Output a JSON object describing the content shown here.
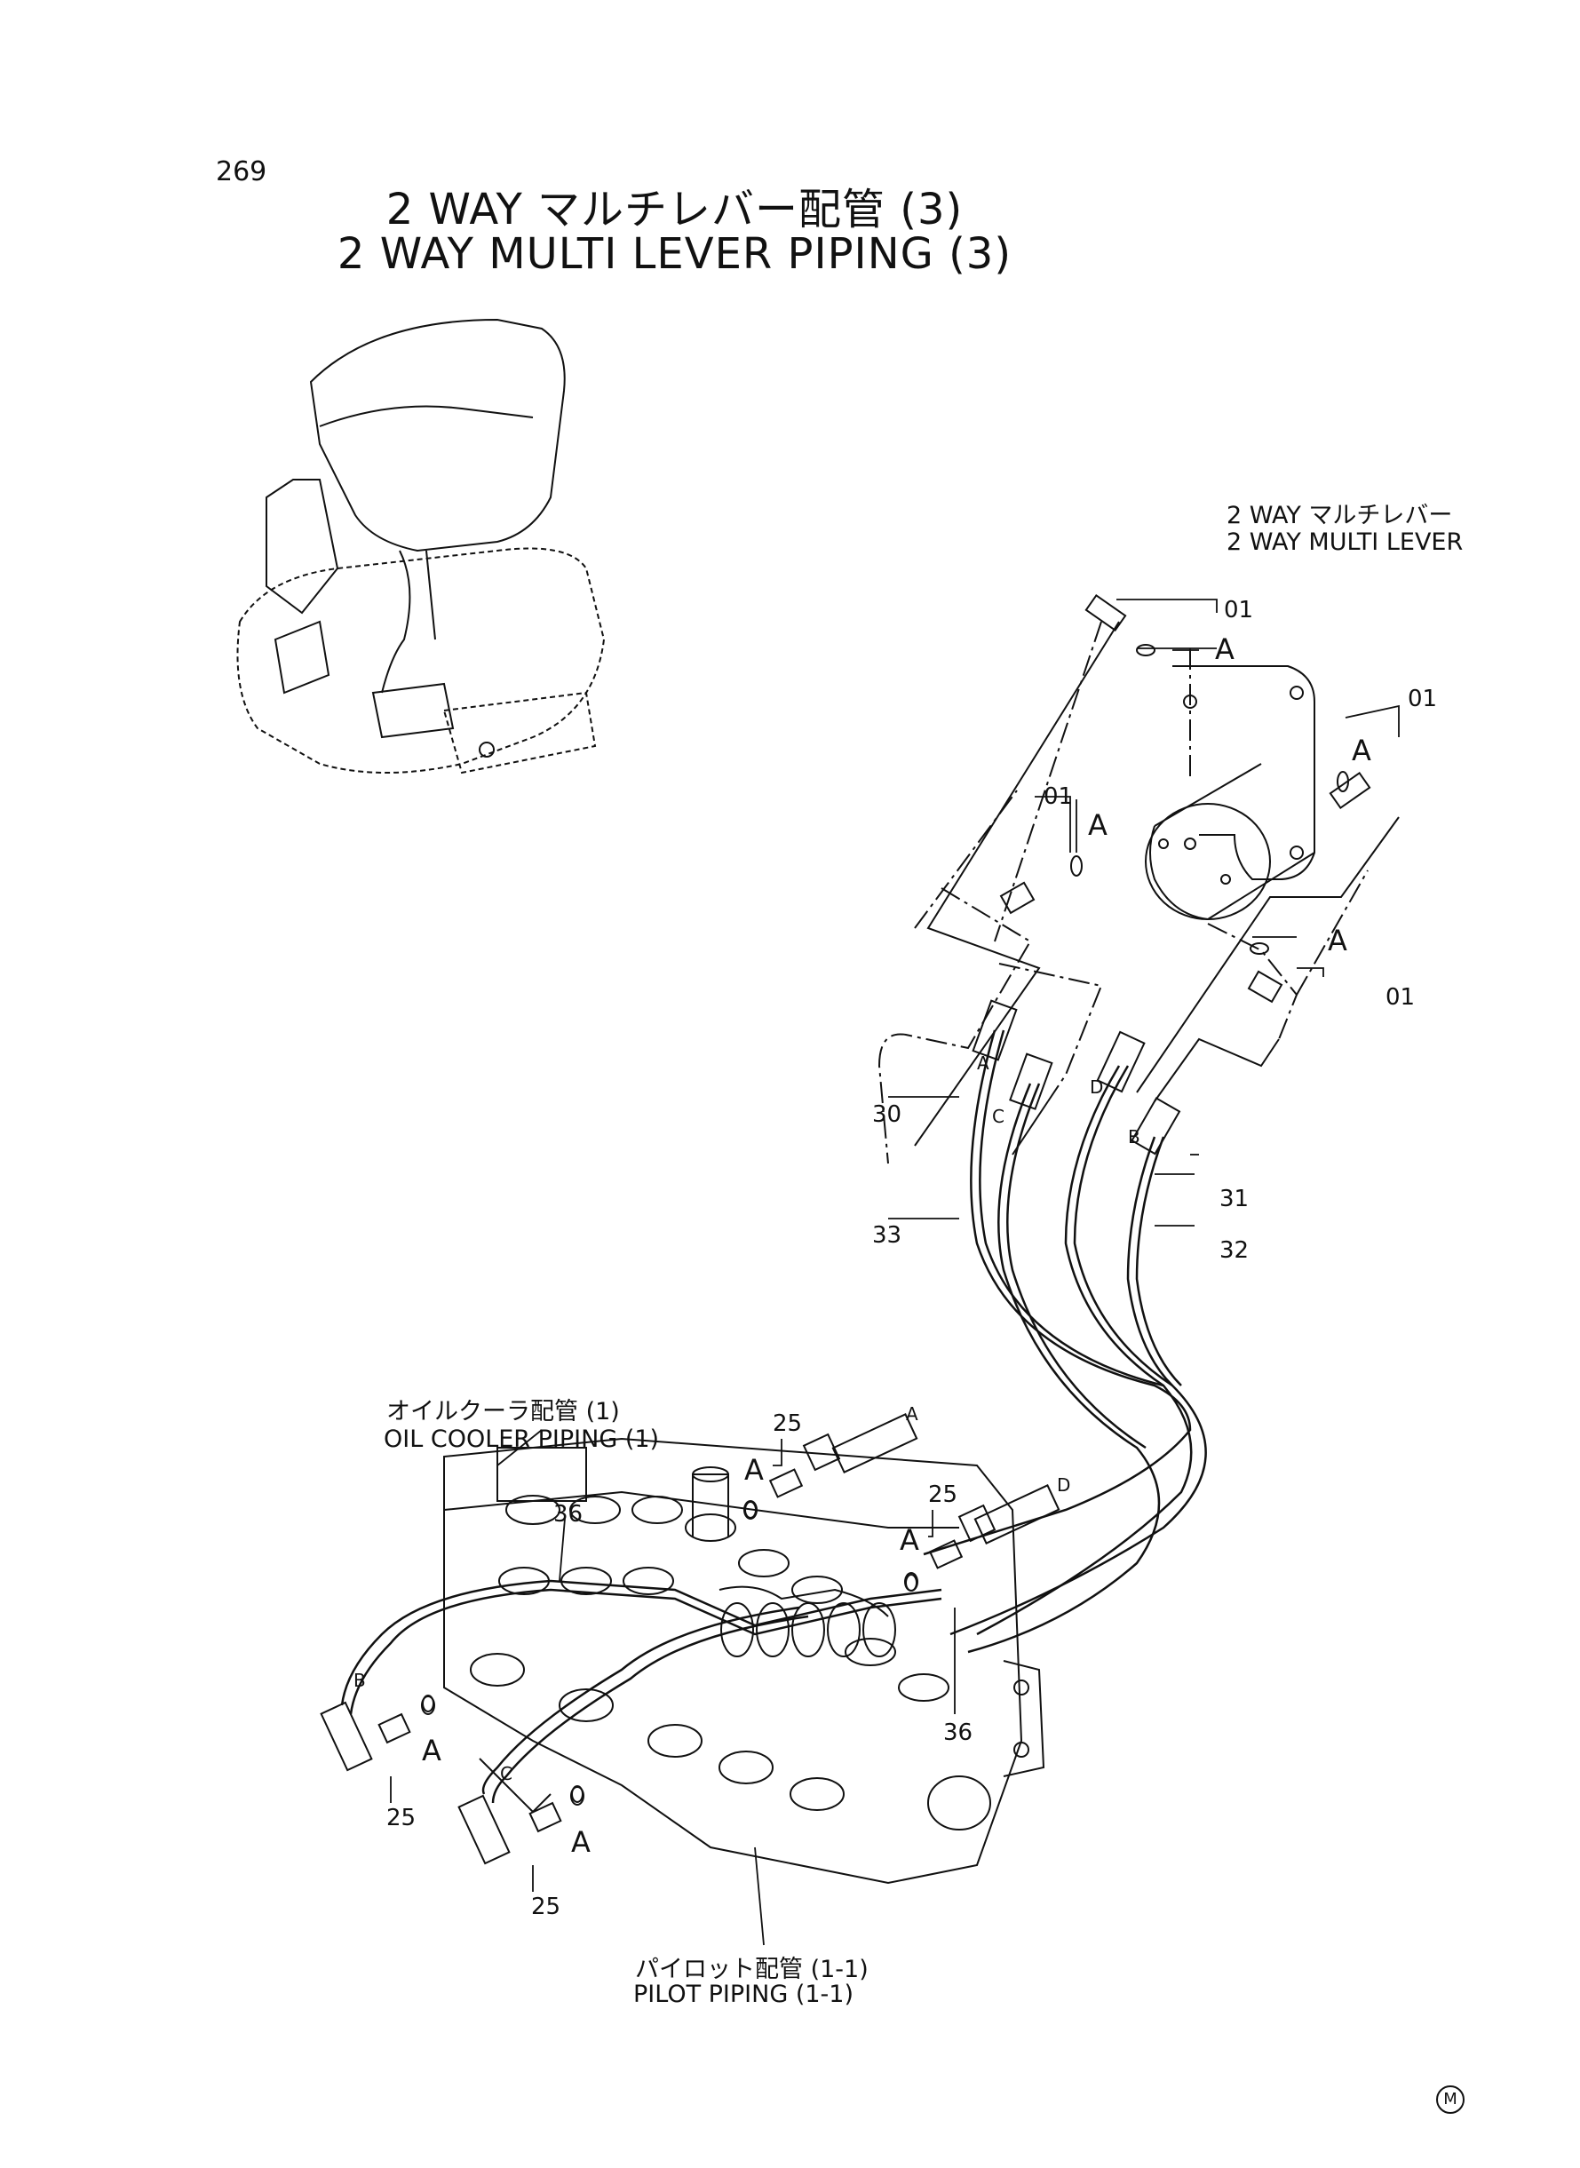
{
  "page_number": "269",
  "title": {
    "jp": "2 WAY マルチレバー配管 (3)",
    "en": "2 WAY MULTI LEVER PIPING (3)"
  },
  "labels": {
    "lever_jp": "2 WAY  マルチレバー",
    "lever_en": "2 WAY  MULTI  LEVER",
    "oil_cooler_jp": "オイルクーラ配管 (1)",
    "oil_cooler_en": "OIL COOLER PIPING (1)",
    "pilot_jp": "パイロット配管 (1-1)",
    "pilot_en": "PILOT PIPING (1-1)"
  },
  "part_numbers": {
    "p01": "01",
    "p25": "25",
    "p30": "30",
    "p31": "31",
    "p32": "32",
    "p33": "33",
    "p36": "36"
  },
  "letters": {
    "a": "A",
    "b": "B",
    "c": "C",
    "d": "D"
  },
  "corner_mark": "M"
}
